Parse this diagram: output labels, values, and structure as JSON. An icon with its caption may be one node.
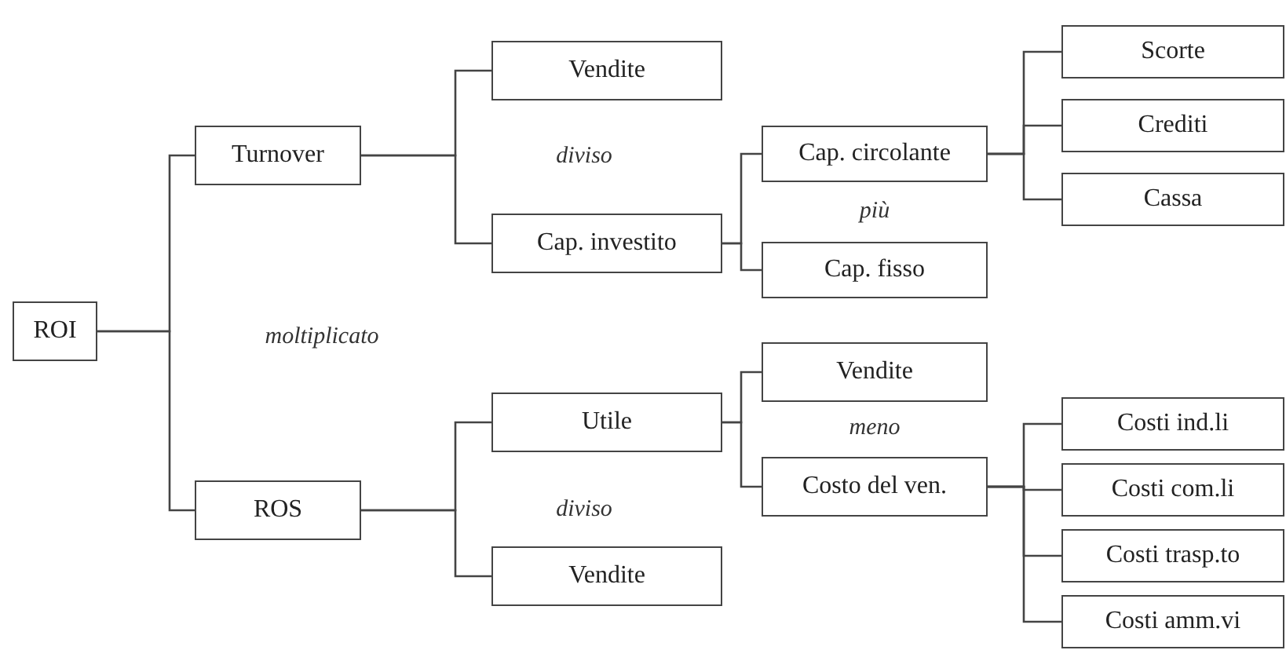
{
  "diagram": {
    "nodes": [
      {
        "text": [
          "ROI"
        ]
      },
      {
        "text": [
          "Turnover"
        ]
      },
      {
        "text": [
          "ROS"
        ]
      },
      {
        "text": [
          "Vendite"
        ]
      },
      {
        "text": [
          "Cap. investito"
        ]
      },
      {
        "text": [
          "Cap. circolante"
        ]
      },
      {
        "text": [
          "Cap. fisso"
        ]
      },
      {
        "text": [
          "Scorte"
        ]
      },
      {
        "text": [
          "Crediti"
        ]
      },
      {
        "text": [
          "Cassa"
        ]
      },
      {
        "text": [
          "Utile"
        ]
      },
      {
        "text": [
          "Vendite"
        ]
      },
      {
        "text": [
          "Vendite"
        ]
      },
      {
        "text": [
          "Costo del ven."
        ]
      },
      {
        "text": [
          "Costi ind.li"
        ]
      },
      {
        "text": [
          "Costi com.li"
        ]
      },
      {
        "text": [
          "Costi trasp.to"
        ]
      },
      {
        "text": [
          "Costi amm.vi"
        ]
      }
    ],
    "edges": [
      {
        "from": 0,
        "to": 1,
        "arrow": "none"
      },
      {
        "from": 0,
        "to": 2,
        "arrow": "none"
      },
      {
        "from": 1,
        "to": 3,
        "arrow": "none"
      },
      {
        "from": 1,
        "to": 4,
        "arrow": "none"
      },
      {
        "from": 4,
        "to": 5,
        "arrow": "none"
      },
      {
        "from": 4,
        "to": 6,
        "arrow": "none"
      },
      {
        "from": 5,
        "to": 7,
        "arrow": "none"
      },
      {
        "from": 5,
        "to": 8,
        "arrow": "none"
      },
      {
        "from": 5,
        "to": 9,
        "arrow": "none"
      },
      {
        "from": 2,
        "to": 10,
        "arrow": "none"
      },
      {
        "from": 2,
        "to": 11,
        "arrow": "none"
      },
      {
        "from": 10,
        "to": 12,
        "arrow": "none"
      },
      {
        "from": 10,
        "to": 13,
        "arrow": "none"
      },
      {
        "from": 13,
        "to": 14,
        "arrow": "none"
      },
      {
        "from": 13,
        "to": 15,
        "arrow": "none"
      },
      {
        "from": 13,
        "to": 16,
        "arrow": "none"
      },
      {
        "from": 13,
        "to": 17,
        "arrow": "none"
      }
    ],
    "labels": [
      "diviso",
      "più",
      "moltiplicato",
      "meno",
      "diviso"
    ]
  }
}
